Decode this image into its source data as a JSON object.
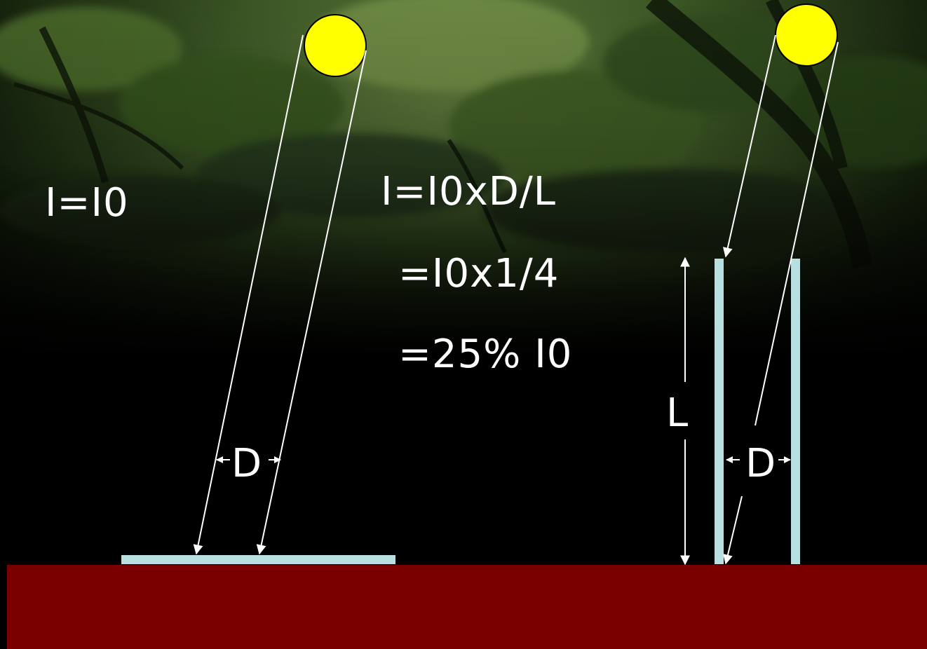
{
  "formulas": {
    "flat": "I=I0",
    "line1": "I=I0xD/L",
    "line2": "=I0x1/4",
    "line3": "=25% I0"
  },
  "dimensions": {
    "left_d": "D",
    "right_d": "D",
    "length": "L"
  },
  "colors": {
    "sun": "#ffff00",
    "surface": "#b8e0e0",
    "ground": "#7a0000",
    "ray": "#ffffff",
    "text": "#ffffff"
  }
}
